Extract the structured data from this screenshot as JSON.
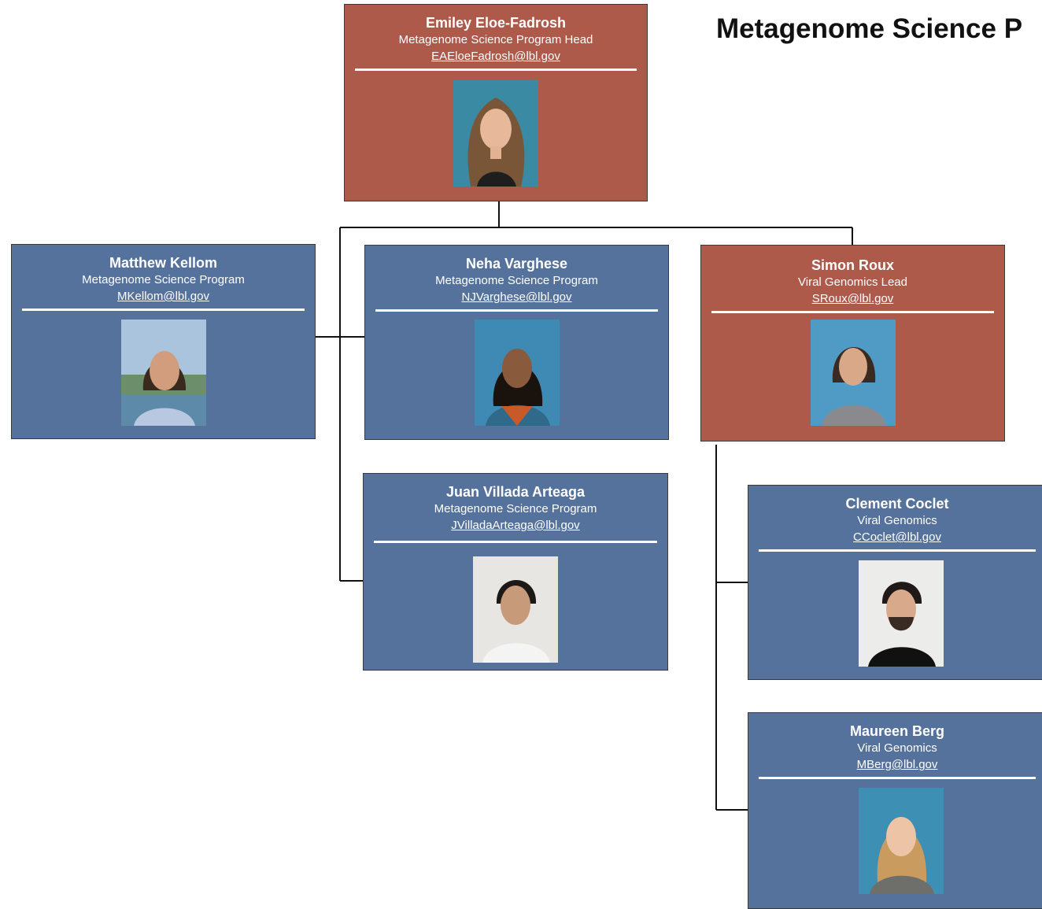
{
  "title": "Metagenome Science P",
  "colors": {
    "lead": "#ad5a4b",
    "member": "#55729c",
    "connector": "#111111"
  },
  "people": {
    "emiley": {
      "name": "Emiley Eloe-Fadrosh",
      "role": "Metagenome Science Program Head",
      "email": "EAEloeFadrosh@lbl.gov"
    },
    "matthew": {
      "name": "Matthew Kellom",
      "role": "Metagenome Science Program",
      "email": "MKellom@lbl.gov"
    },
    "neha": {
      "name": "Neha Varghese",
      "role": "Metagenome Science Program",
      "email": "NJVarghese@lbl.gov"
    },
    "simon": {
      "name": "Simon Roux",
      "role": "Viral Genomics Lead",
      "email": "SRoux@lbl.gov"
    },
    "juan": {
      "name": "Juan Villada Arteaga",
      "role": "Metagenome Science Program",
      "email": "JVilladaArteaga@lbl.gov"
    },
    "clement": {
      "name": "Clement Coclet",
      "role": "Viral Genomics",
      "email": "CCoclet@lbl.gov"
    },
    "maureen": {
      "name": "Maureen Berg",
      "role": "Viral Genomics",
      "email": "MBerg@lbl.gov"
    }
  }
}
